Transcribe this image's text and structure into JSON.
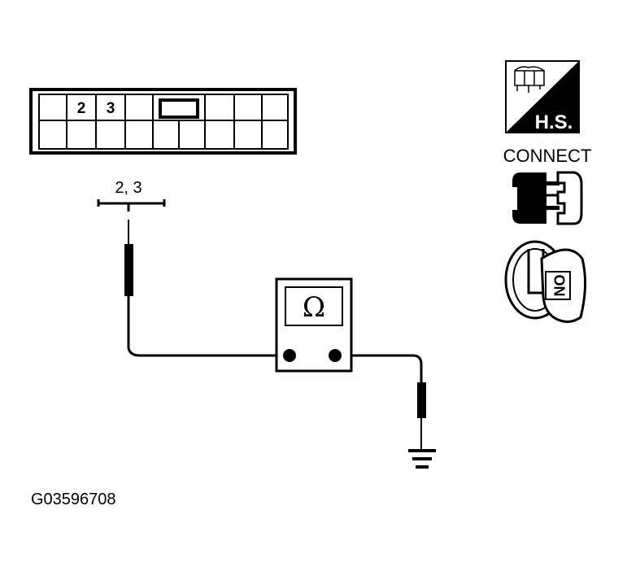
{
  "connector": {
    "pin_labels": [
      "2",
      "3"
    ]
  },
  "probe": {
    "terminal_label": "2, 3"
  },
  "meter": {
    "symbol": "Ω"
  },
  "status_icons": {
    "hs_label": "H.S.",
    "connect_label": "CONNECT",
    "ignition_label": "ON"
  },
  "figure": {
    "code": "G03596708"
  }
}
